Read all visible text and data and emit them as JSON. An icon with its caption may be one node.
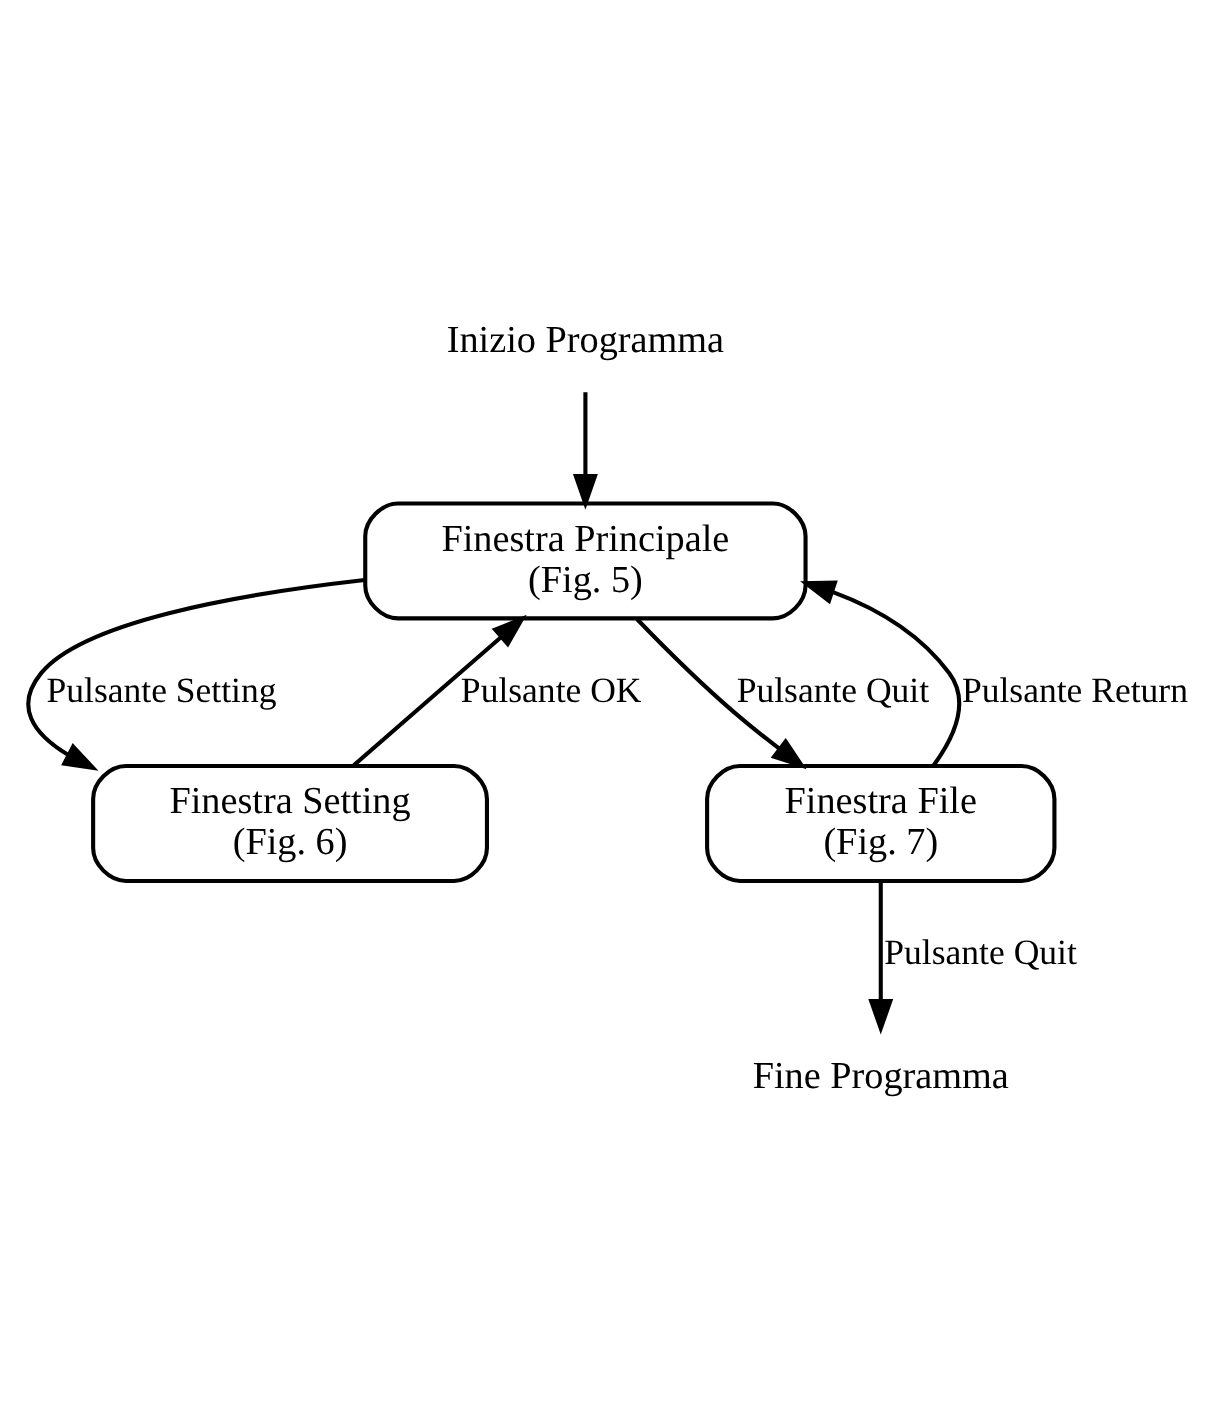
{
  "diagram": {
    "nodes": [
      {
        "text": [
          "Inizio Programma"
        ]
      },
      {
        "text": [
          "Finestra Principale",
          "(Fig. 5)"
        ]
      },
      {
        "text": [
          "Finestra Setting",
          "(Fig. 6)"
        ]
      },
      {
        "text": [
          "Finestra File",
          "(Fig. 7)"
        ]
      },
      {
        "text": [
          "Fine Programma"
        ]
      }
    ],
    "edges": [
      {
        "from": 0,
        "to": 1,
        "arrow": "to"
      },
      {
        "from": 1,
        "to": 3,
        "arrow": "to",
        "label": "Pulsante Quit"
      },
      {
        "from": 1,
        "to": 2,
        "arrow": "to",
        "label": "Pulsante Setting"
      },
      {
        "from": 2,
        "to": 1,
        "arrow": "to",
        "label": "Pulsante OK"
      },
      {
        "from": 3,
        "to": 1,
        "arrow": "to",
        "label": "Pulsante Return"
      },
      {
        "from": 3,
        "to": 4,
        "arrow": "to",
        "label": "Pulsante Quit"
      }
    ]
  }
}
